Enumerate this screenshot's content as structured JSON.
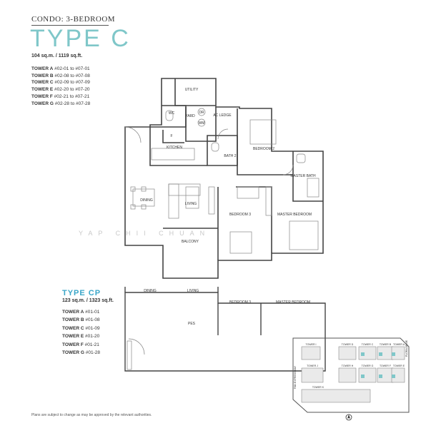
{
  "header": {
    "category": "CONDO: 3-BEDROOM",
    "type_title": "TYPE C",
    "area": "104 sq.m. / 1119 sq.ft."
  },
  "towers_c": [
    {
      "tower": "TOWER A",
      "units": "#02-01 to #07-01"
    },
    {
      "tower": "TOWER B",
      "units": "#02-08 to #07-08"
    },
    {
      "tower": "TOWER C",
      "units": "#02-09 to #07-09"
    },
    {
      "tower": "TOWER E",
      "units": "#02-20 to #07-20"
    },
    {
      "tower": "TOWER F",
      "units": "#02-21 to #07-21"
    },
    {
      "tower": "TOWER G",
      "units": "#02-28 to #07-28"
    }
  ],
  "plan_labels": {
    "utility": "UTILITY",
    "wc": "WC",
    "yard": "YARD",
    "dr": "DR",
    "wm": "WM",
    "ac_ledge": "AC LEDGE",
    "f": "F",
    "kitchen": "KITCHEN",
    "bedroom2": "BEDROOM 2",
    "bath2": "BATH 2",
    "master_bath": "MASTER BATH",
    "dining": "DINING",
    "living": "LIVING",
    "bedroom3": "BEDROOM 3",
    "master_bedroom": "MASTER BEDROOM",
    "balcony": "BALCONY"
  },
  "type_cp": {
    "title": "TYPE CP",
    "area": "123 sq.m. / 1323 sq.ft.",
    "labels": {
      "dining": "DINING",
      "living": "LIVING",
      "bedroom3": "BEDROOM 3",
      "master_bedroom": "MASTER BEDROOM",
      "pes": "PES"
    },
    "towers": [
      {
        "tower": "TOWER A",
        "units": "#01-01"
      },
      {
        "tower": "TOWER B",
        "units": "#01-08"
      },
      {
        "tower": "TOWER C",
        "units": "#01-09"
      },
      {
        "tower": "TOWER E",
        "units": "#01-20"
      },
      {
        "tower": "TOWER F",
        "units": "#01-21"
      },
      {
        "tower": "TOWER G",
        "units": "#01-28"
      }
    ]
  },
  "key_plan": {
    "towers": [
      "TOWER I",
      "TOWER D",
      "TOWER C",
      "TOWER B",
      "TOWER A",
      "TOWER J",
      "TOWER H",
      "TOWER G",
      "TOWER F",
      "TOWER E",
      "TOWER K"
    ],
    "road_left": "PAN EXPRESSWAY",
    "road_right": "FLORA DRIVE",
    "highlight_color": "#7fc7c9"
  },
  "watermark": "YAP CHII CHUAN",
  "footnote": "Plans are subject to change as may be approved by the relevant authorities."
}
